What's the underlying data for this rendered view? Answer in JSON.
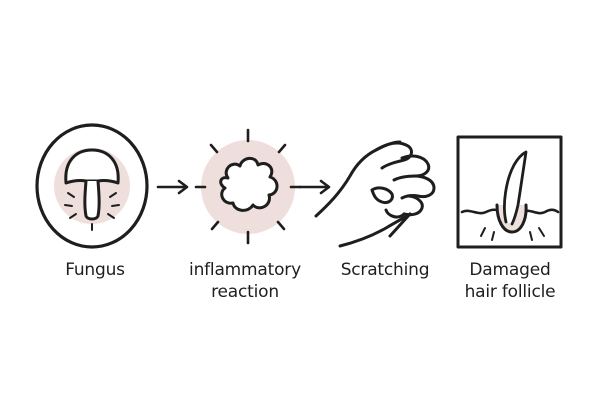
{
  "steps": [
    {
      "id": "fungus",
      "lines": [
        "Fungus"
      ],
      "icon": "mushroom-icon"
    },
    {
      "id": "inflammation",
      "lines": [
        "inflammatory",
        "reaction"
      ],
      "icon": "inflammation-burst-icon"
    },
    {
      "id": "scratching",
      "lines": [
        "Scratching"
      ],
      "icon": "scratching-hand-icon"
    },
    {
      "id": "follicle",
      "lines": [
        "Damaged",
        "hair follicle"
      ],
      "icon": "hair-follicle-icon"
    }
  ],
  "connectors": [
    "arrow-right-icon",
    "arrow-right-icon"
  ],
  "colors": {
    "stroke": "#1e1e1e",
    "accent_fill": "#efdfdc",
    "background": "#ffffff"
  }
}
